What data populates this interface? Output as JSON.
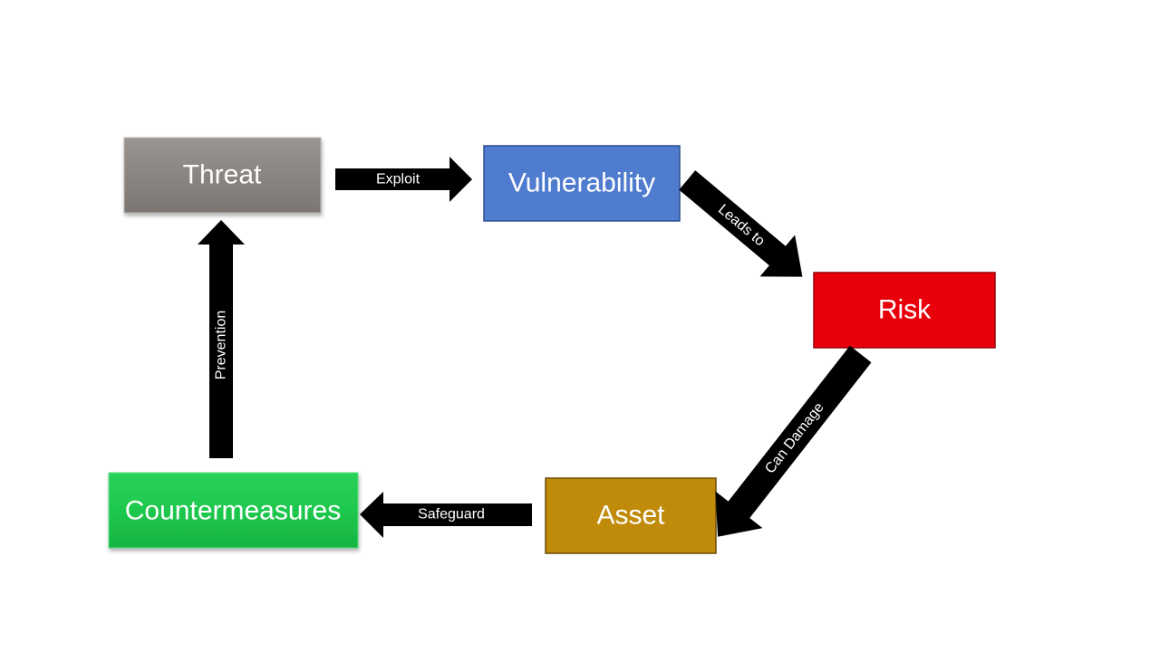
{
  "diagram": {
    "nodes": {
      "threat": {
        "label": "Threat",
        "color": "#8b8582"
      },
      "vulnerability": {
        "label": "Vulnerability",
        "color": "#4f7ccf"
      },
      "risk": {
        "label": "Risk",
        "color": "#e8000b"
      },
      "asset": {
        "label": "Asset",
        "color": "#c08a0a"
      },
      "countermeasures": {
        "label": "Countermeasures",
        "color": "#1ec84d"
      }
    },
    "edges": {
      "exploit": {
        "label": "Exploit",
        "from": "Threat",
        "to": "Vulnerability"
      },
      "leads_to": {
        "label": "Leads to",
        "from": "Vulnerability",
        "to": "Risk"
      },
      "can_damage": {
        "label": "Can Damage",
        "from": "Risk",
        "to": "Asset"
      },
      "safeguard": {
        "label": "Safeguard",
        "from": "Asset",
        "to": "Countermeasures"
      },
      "prevention": {
        "label": "Prevention",
        "from": "Countermeasures",
        "to": "Threat"
      }
    },
    "arrow_color": "#000000"
  }
}
